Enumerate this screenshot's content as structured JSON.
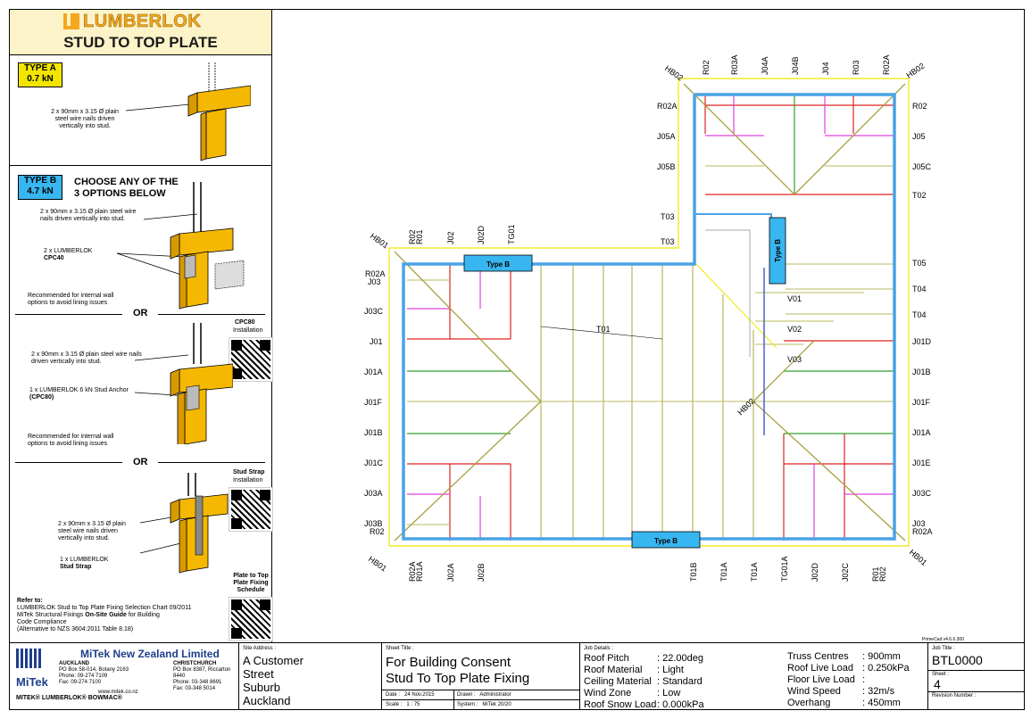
{
  "sidebar": {
    "brand": "LUMBERLOK",
    "title": "STUD TO TOP PLATE",
    "type_a": {
      "badge_line1": "TYPE A",
      "badge_line2": "0.7 kN",
      "note": "2 x 90mm x 3.15 Ø plain steel wire nails driven vertically into stud."
    },
    "type_b": {
      "badge_line1": "TYPE B",
      "badge_line2": "4.7 kN",
      "heading_line1": "CHOOSE ANY OF THE",
      "heading_line2": "3 OPTIONS BELOW",
      "opt1_note1": "2 x 90mm x 3.15 Ø plain steel wire nails driven vertically into stud.",
      "opt1_note2": "2 x LUMBERLOK",
      "opt1_note2b": "CPC40",
      "opt1_note3": "Recommended for internal wall options to avoid lining issues",
      "or1": "OR",
      "cpc80_label": "CPC80",
      "cpc80_sub": "Installation",
      "opt2_note1": "2 x 90mm x 3.15 Ø plain steel wire nails driven vertically into stud.",
      "opt2_note2": "1 x LUMBERLOK 6 kN Stud Anchor",
      "opt2_note2b": "(CPC80)",
      "opt2_note3": "Recommended for internal wall options to avoid lining issues",
      "or2": "OR",
      "strap_label": "Stud Strap",
      "strap_sub": "Installation",
      "opt3_note1": "2 x 90mm x 3.15 Ø plain steel wire nails driven vertically into stud.",
      "opt3_note2": "1 x LUMBERLOK",
      "opt3_note2b": "Stud Strap",
      "schedule_label": "Plate to Top Plate Fixing Schedule"
    },
    "refer": {
      "title": "Refer to:",
      "line1": "LUMBERLOK Stud to Top Plate Fixing Selection Chart 09/2011",
      "line2a": "MiTek Structural Fixings ",
      "line2b": "On-Site Guide",
      "line2c": " for Building",
      "line3": "Code Compliance",
      "line4": "(Alternative to NZS 3604:2011 Table 8.18)"
    }
  },
  "plan": {
    "version": "PrimeCad v4.6.6.300",
    "top_labels": [
      "R02",
      "R03A",
      "J04A",
      "J04B",
      "J04",
      "R03",
      "R02A"
    ],
    "left_upper_labels": [
      "HB02"
    ],
    "right_upper_labels": [
      "HB02",
      "R02",
      "J05",
      "J05C",
      "T02",
      "T05",
      "T04",
      "T04",
      "J01D",
      "J01B",
      "J01F",
      "J01A",
      "J01E",
      "J03C",
      "J03",
      "R02A"
    ],
    "left_labels": [
      "R02A",
      "J03",
      "J03C",
      "J01",
      "J01A",
      "J01F",
      "J01B",
      "J01C",
      "J03A",
      "J03B",
      "R02"
    ],
    "upper_left_labels": [
      "R02A",
      "J05A",
      "J05B",
      "T03",
      "T03"
    ],
    "wing_top_labels": [
      "HB01",
      "R02",
      "R01",
      "J02",
      "J02D",
      "TG01"
    ],
    "bottom_labels": [
      "HB01",
      "R02A",
      "R01A",
      "J02A",
      "J02B",
      "T01B",
      "T01A",
      "T01A",
      "TG01A",
      "J02D",
      "J02C",
      "R01",
      "R02",
      "HB01"
    ],
    "inner_labels": [
      "T01",
      "V01",
      "V02",
      "V03",
      "HB02"
    ],
    "type_b_tags": [
      "Type B",
      "Type B",
      "Type B"
    ]
  },
  "titleblock": {
    "company": "MiTek New Zealand Limited",
    "auckland": "AUCKLAND",
    "christchurch": "CHRISTCHURCH",
    "auckland_addr": "PO Box 58-014, Botany 2163",
    "auckland_phone": "Phone: 09-274 7109",
    "auckland_fax": "Fax: 09-274 7100",
    "chch_addr": "PO Box 8387, Riccarton 8440",
    "chch_phone": "Phone: 03-348 8691",
    "chch_fax": "Fax: 03-348 5014",
    "website": "www.mitek.co.nz",
    "mitek_logo": "MiTek",
    "brands": "MITEK® LUMBERLOK® BOWMAC®",
    "site_label": "Site Address :",
    "site_line1": "A Customer",
    "site_line2": "Street",
    "site_line3": "Suburb",
    "site_line4": "Auckland",
    "sheet_title_label": "Sheet Title :",
    "sheet_title1": "For Building Consent",
    "sheet_title2": "Stud To Top Plate Fixing",
    "date_label": "Date :",
    "date_value": "24 Nov.2015",
    "drawn_label": "Drawn :",
    "drawn_value": "Administrator",
    "scale_label": "Scale :",
    "scale_value": "1 : 75",
    "system_label": "System :",
    "system_value": "MiTek 20/20",
    "job_details_label": "Job Details :",
    "details": [
      {
        "k": "Roof Pitch",
        "v": ": 22.00deg"
      },
      {
        "k": "Roof Material",
        "v": ": Light"
      },
      {
        "k": "Ceiling Material",
        "v": ": Standard"
      },
      {
        "k": "Wind Zone",
        "v": ": Low"
      },
      {
        "k": "Roof Snow Load",
        "v": ": 0.000kPa"
      }
    ],
    "details2": [
      {
        "k": "Truss Centres",
        "v": ": 900mm"
      },
      {
        "k": "Roof Live Load",
        "v": ": 0.250kPa"
      },
      {
        "k": "Floor Live Load",
        "v": ":"
      },
      {
        "k": "Wind Speed",
        "v": ": 32m/s"
      },
      {
        "k": "Overhang",
        "v": ": 450mm"
      }
    ],
    "job_title_label": "Job Title :",
    "job_title": "BTL0000",
    "sheet_label": "Sheet :",
    "sheet_value": "4",
    "revision_label": "Revision Number :"
  },
  "colors": {
    "yellow": "#f2e600",
    "blue": "#4aa3e6",
    "red": "#e02020",
    "green": "#2ea02e",
    "magenta": "#e040e0",
    "olive": "#a8a040",
    "tag": "#38b6f0"
  }
}
